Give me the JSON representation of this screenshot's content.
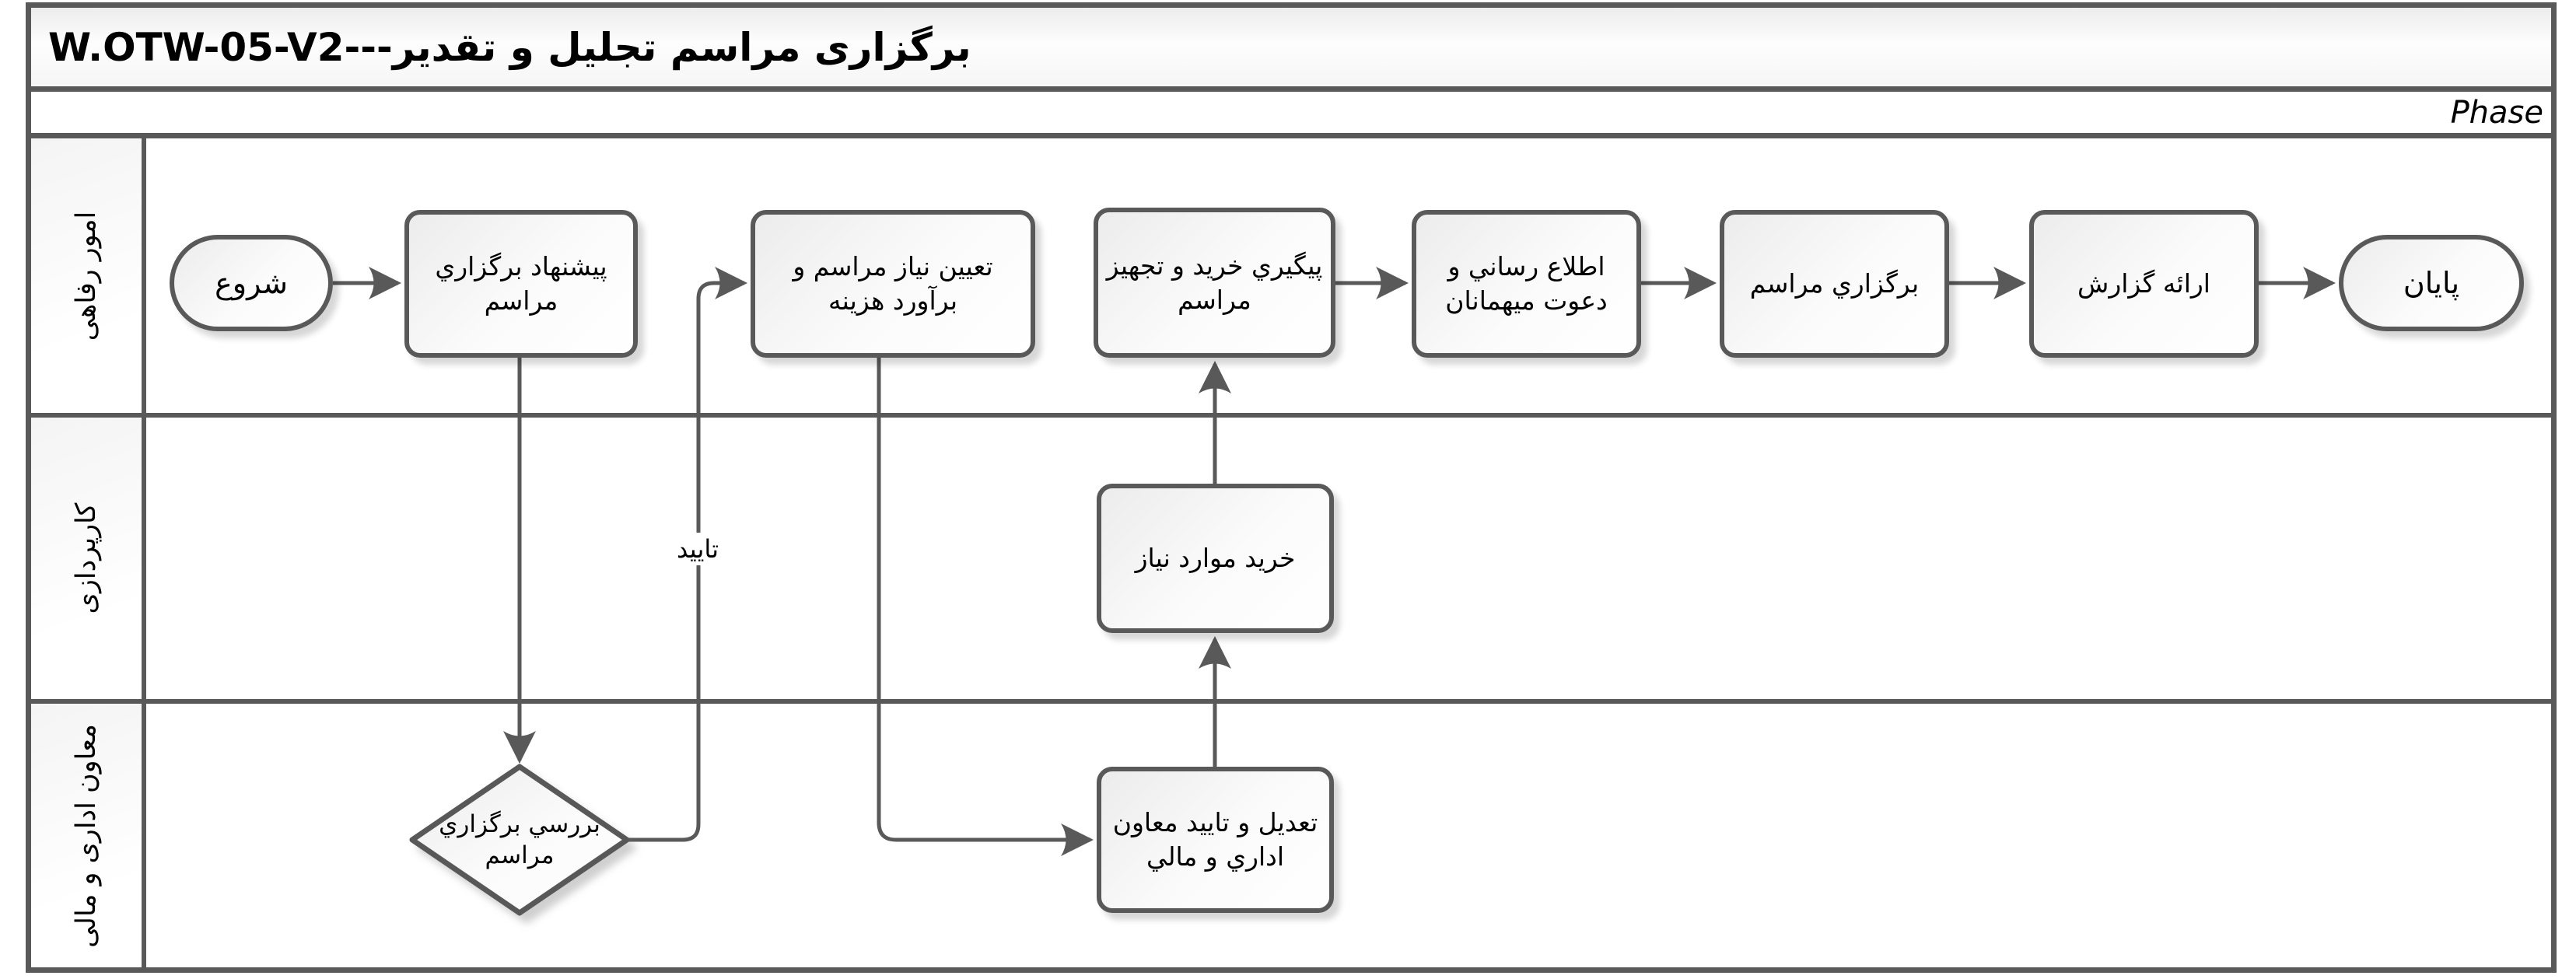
{
  "header": {
    "title": "برگزاری مراسم تجلیل و تقدیر---W.OTW-05-V2",
    "phase_label": "Phase"
  },
  "lanes": [
    {
      "label": "امور رفاهی"
    },
    {
      "label": "کارپردازی"
    },
    {
      "label": "معاون اداری و مالی"
    }
  ],
  "nodes": {
    "start": {
      "type": "start-event",
      "label": "شروع"
    },
    "propose": {
      "type": "task",
      "label": "پیشنهاد برگزاري مراسم"
    },
    "determine_needs": {
      "type": "task",
      "label": "تعیین نیاز مراسم و برآورد هزینه"
    },
    "follow_up": {
      "type": "task",
      "label": "پیگیري خرید و تجهیز مراسم"
    },
    "inform_invite": {
      "type": "task",
      "label": "اطلاع رساني و دعوت میهمانان"
    },
    "hold_ceremony": {
      "type": "task",
      "label": "برگزاري مراسم"
    },
    "present_report": {
      "type": "task",
      "label": "ارائه گزارش"
    },
    "end": {
      "type": "end-event",
      "label": "پایان"
    },
    "purchase_items": {
      "type": "task",
      "label": "خرید موارد نیاز"
    },
    "review_decision": {
      "type": "decision",
      "label": "بررسي برگزاري مراسم"
    },
    "adjust_approve": {
      "type": "task",
      "label": "تعدیل و تایید معاون اداري و مالي"
    }
  },
  "edges": {
    "approve_label": "تایید"
  },
  "colors": {
    "line": "#595959",
    "node_fill_edge": "#ececec",
    "node_fill": "#ffffff",
    "background": "#ffffff",
    "text": "#000000"
  }
}
